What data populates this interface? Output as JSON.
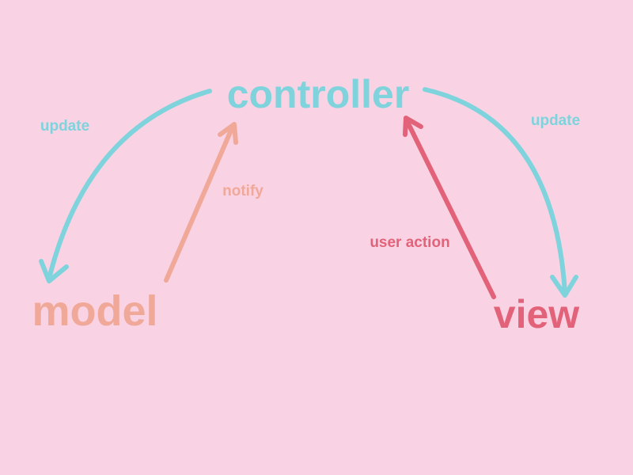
{
  "nodes": {
    "controller": {
      "label": "controller",
      "color": "#7fd3dc"
    },
    "model": {
      "label": "model",
      "color": "#f0a899"
    },
    "view": {
      "label": "view",
      "color": "#e2627a"
    }
  },
  "edges": {
    "update_left": {
      "label": "update",
      "color": "#7fd3dc"
    },
    "update_right": {
      "label": "update",
      "color": "#7fd3dc"
    },
    "notify": {
      "label": "notify",
      "color": "#f0a899"
    },
    "user_action": {
      "label": "user action",
      "color": "#e2627a"
    }
  },
  "background": "#f9d3e3"
}
